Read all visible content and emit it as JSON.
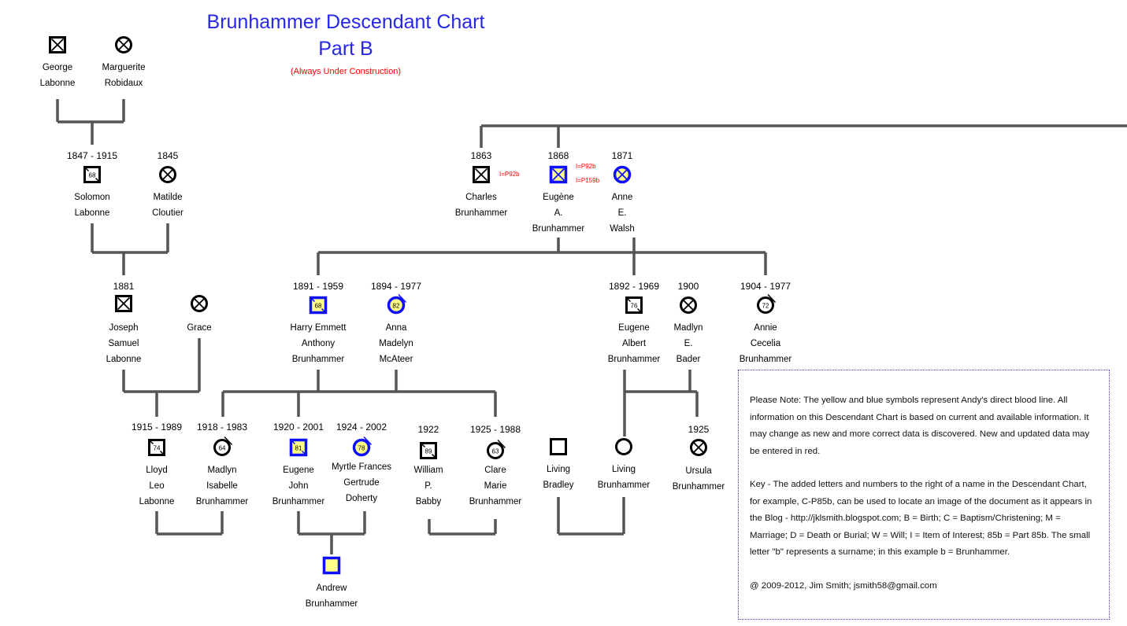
{
  "title": {
    "line1": "Brunhammer Descendant Chart",
    "line2": "Part B",
    "subtitle": "(Always Under Construction)"
  },
  "colors": {
    "line": "#555555",
    "blood_line_outline": "#1010ff",
    "blood_line_fill": "#ffff88",
    "ref_text": "#ff0000",
    "title": "#2727e8"
  },
  "people": [
    {
      "id": "george",
      "sex": "male",
      "deceased": true,
      "lines": [
        "George",
        "Labonne"
      ]
    },
    {
      "id": "marguerite",
      "sex": "female",
      "deceased": true,
      "lines": [
        "Marguerite",
        "Robidaux"
      ]
    },
    {
      "id": "solomon",
      "sex": "male",
      "deceased": true,
      "age": "68",
      "dates": "1847 - 1915",
      "lines": [
        "Solomon",
        "Labonne"
      ]
    },
    {
      "id": "matilde",
      "sex": "female",
      "deceased": true,
      "dates": "1845",
      "lines": [
        "Matilde",
        "Cloutier"
      ]
    },
    {
      "id": "joseph",
      "sex": "male",
      "deceased": true,
      "dates": "1881",
      "lines": [
        "Joseph",
        "Samuel",
        "Labonne"
      ]
    },
    {
      "id": "grace",
      "sex": "female",
      "deceased": true,
      "lines": [
        "Grace"
      ]
    },
    {
      "id": "charles",
      "sex": "male",
      "deceased": true,
      "dates": "1863",
      "lines": [
        "Charles",
        "Brunhammer"
      ],
      "refs": [
        "I=P92b"
      ]
    },
    {
      "id": "eugene_a",
      "sex": "male",
      "deceased": true,
      "blood": true,
      "dates": "1868",
      "lines": [
        "Eugène",
        "A.",
        "Brunhammer"
      ],
      "refs": [
        "I=P92b",
        "I=P159b"
      ]
    },
    {
      "id": "anne_walsh",
      "sex": "female",
      "deceased": true,
      "blood": true,
      "dates": "1871",
      "lines": [
        "Anne",
        "E.",
        "Walsh"
      ]
    },
    {
      "id": "harry",
      "sex": "male",
      "deceased": true,
      "blood": true,
      "age": "68",
      "dates": "1891 - 1959",
      "lines": [
        "Harry Emmett",
        "Anthony",
        "Brunhammer"
      ]
    },
    {
      "id": "anna_mcateer",
      "sex": "female",
      "deceased": true,
      "blood": true,
      "age": "82",
      "dates": "1894 - 1977",
      "lines": [
        "Anna",
        "Madelyn",
        "McAteer"
      ]
    },
    {
      "id": "eugene_albert",
      "sex": "male",
      "deceased": true,
      "age": "76",
      "dates": "1892 - 1969",
      "lines": [
        "Eugene",
        "Albert",
        "Brunhammer"
      ]
    },
    {
      "id": "madlyn_bader",
      "sex": "female",
      "deceased": true,
      "dates": "1900",
      "lines": [
        "Madlyn",
        "E.",
        "Bader"
      ]
    },
    {
      "id": "annie",
      "sex": "female",
      "deceased": true,
      "age": "72",
      "dates": "1904 - 1977",
      "lines": [
        "Annie",
        "Cecelia",
        "Brunhammer"
      ]
    },
    {
      "id": "lloyd",
      "sex": "male",
      "deceased": true,
      "age": "74",
      "dates": "1915 - 1989",
      "lines": [
        "Lloyd",
        "Leo",
        "Labonne"
      ]
    },
    {
      "id": "madlyn_isabelle",
      "sex": "female",
      "deceased": true,
      "age": "64",
      "dates": "1918 - 1983",
      "lines": [
        "Madlyn",
        "Isabelle",
        "Brunhammer"
      ]
    },
    {
      "id": "eugene_john",
      "sex": "male",
      "deceased": true,
      "blood": true,
      "age": "81",
      "dates": "1920 - 2001",
      "lines": [
        "Eugene",
        "John",
        "Brunhammer"
      ]
    },
    {
      "id": "myrtle",
      "sex": "female",
      "deceased": true,
      "blood": true,
      "age": "78",
      "dates": "1924 - 2002",
      "lines": [
        "Myrtle Frances",
        "Gertrude",
        "Doherty"
      ]
    },
    {
      "id": "william",
      "sex": "male",
      "deceased": true,
      "age": "89",
      "dates": "1922",
      "lines": [
        "William",
        "P.",
        "Babby"
      ]
    },
    {
      "id": "clare",
      "sex": "female",
      "deceased": true,
      "age": "63",
      "dates": "1925 - 1988",
      "lines": [
        "Clare",
        "Marie",
        "Brunhammer"
      ]
    },
    {
      "id": "living_bradley",
      "sex": "male",
      "deceased": false,
      "lines": [
        "Living",
        "Bradley"
      ]
    },
    {
      "id": "living_brunhammer",
      "sex": "female",
      "deceased": false,
      "lines": [
        "Living",
        "Brunhammer"
      ]
    },
    {
      "id": "ursula",
      "sex": "female",
      "deceased": true,
      "dates": "1925",
      "lines": [
        "Ursula",
        "Brunhammer"
      ]
    },
    {
      "id": "andrew",
      "sex": "male",
      "deceased": false,
      "blood": true,
      "lines": [
        "Andrew",
        "Brunhammer"
      ]
    }
  ],
  "note": {
    "paragraph1": "Please Note:  The yellow and blue symbols represent Andy's direct blood line.  All information on this Descendant Chart is based on current and available information.  It may change as new and more correct data is discovered.  New and updated data may be entered in red.",
    "paragraph2": "Key - The added letters and numbers to the right of a name in the Descendant Chart, for example, C-P85b, can be used to locate an image of the document as it appears in the Blog - http://jklsmith.blogspot.com; B = Birth; C = Baptism/Christening; M = Marriage; D = Death or Burial; W = Will; I = Item of Interest; 85b = Part 85b.  The small letter \"b\" represents a surname; in this example b = Brunhammer.",
    "copyright": "@ 2009-2012, Jim Smith; jsmith58@gmail.com"
  }
}
